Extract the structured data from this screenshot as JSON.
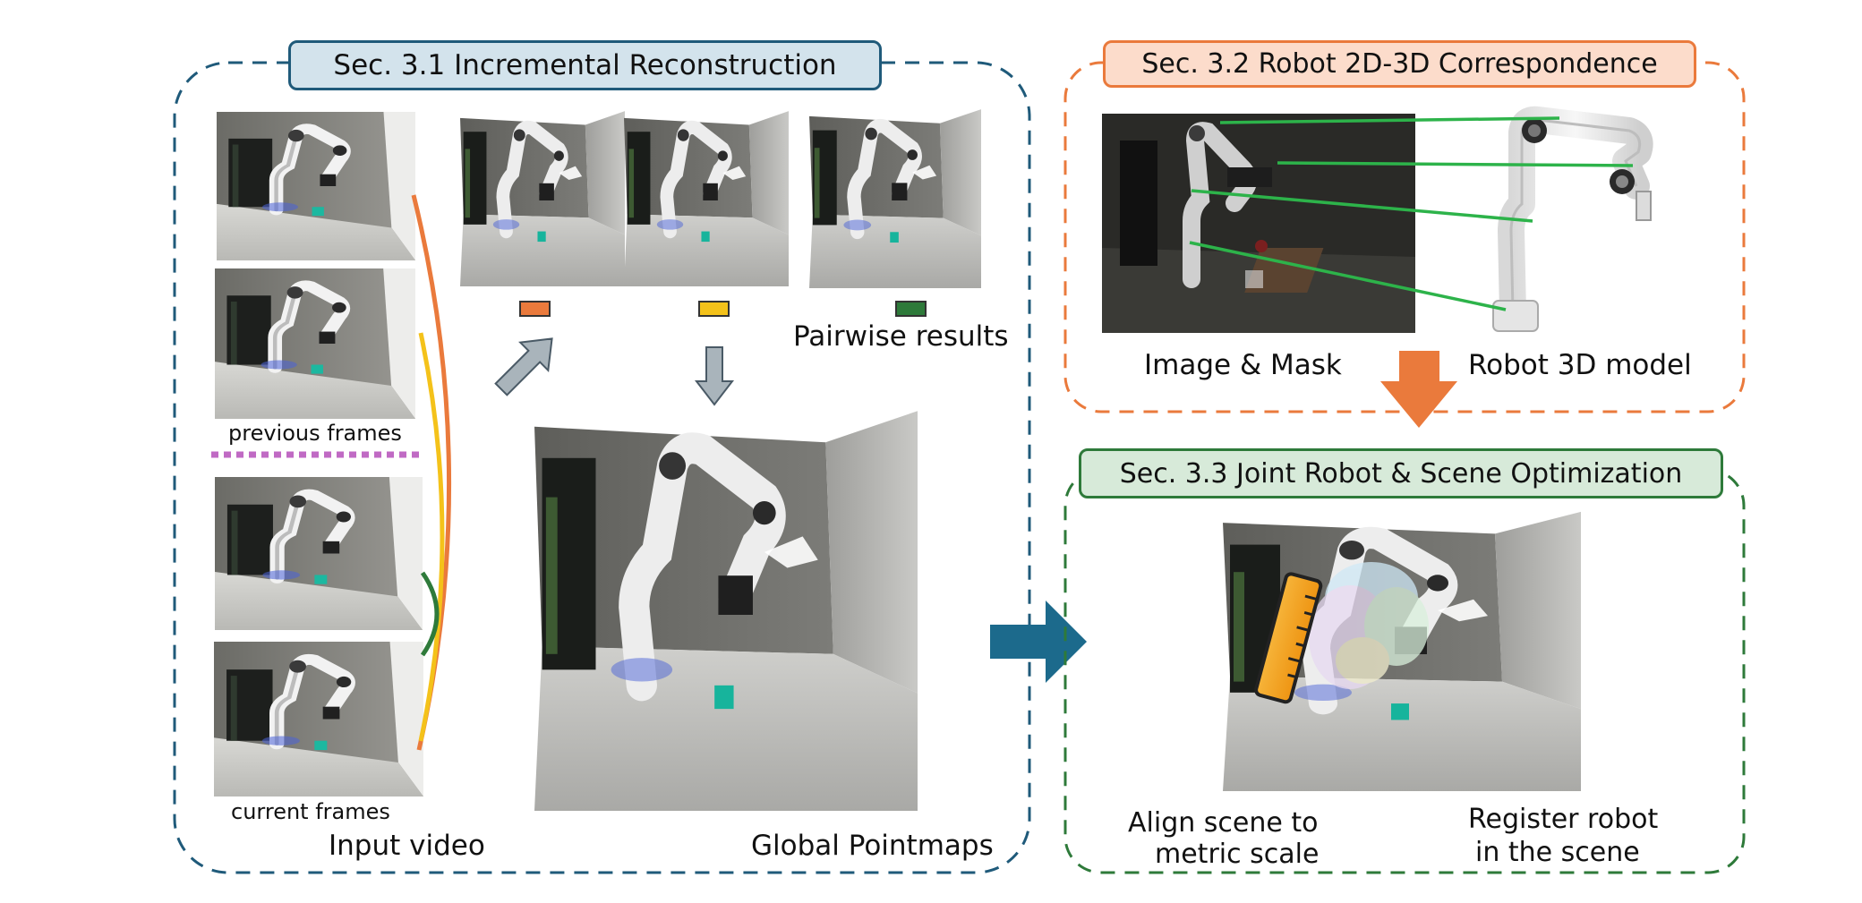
{
  "colors": {
    "sec1": "#1f5a7a",
    "sec1_fill": "#d3e3ec",
    "sec2": "#ea7a3c",
    "sec2_fill": "#fcdccb",
    "sec3": "#2e7a3a",
    "sec3_fill": "#d7ead9",
    "orange": "#ea7a3c",
    "yellow": "#f4c21a",
    "green": "#2e7a3a",
    "purple": "#c06ac4",
    "flow_arrow": "#1c6a8c",
    "link_line": "#2db34a",
    "ruler": "#f2a019"
  },
  "sec1": {
    "title": "Sec. 3.1 Incremental Reconstruction",
    "previous_frames": "previous frames",
    "current_frames": "current frames",
    "input_video": "Input video",
    "pairwise_results": "Pairwise results",
    "global_pointmaps": "Global Pointmaps"
  },
  "sec2": {
    "title": "Sec. 3.2 Robot 2D-3D Correspondence",
    "image_mask": "Image & Mask",
    "robot_3d_model": "Robot 3D model"
  },
  "sec3": {
    "title": "Sec. 3.3 Joint Robot & Scene Optimization",
    "align_line1": "Align scene to",
    "align_line2": "metric scale",
    "register_line1": "Register robot",
    "register_line2": "in the scene"
  }
}
